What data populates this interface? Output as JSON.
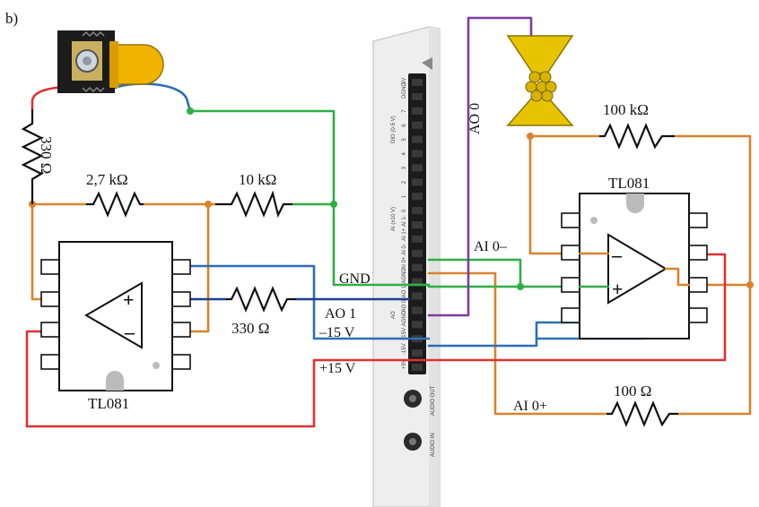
{
  "panel_label": "b)",
  "colors": {
    "orange": "#d9822b",
    "green": "#2fae45",
    "blue": "#2b6fb6",
    "red": "#e03131",
    "purple": "#7d3ca0",
    "gold": "#e6b800",
    "board": "#eeeeee"
  },
  "components": {
    "r_330_vertical": "330 Ω",
    "r_2k7": "2,7 kΩ",
    "r_10k": "10 kΩ",
    "r_330_bottom": "330 Ω",
    "r_100k": "100 kΩ",
    "r_100": "100 Ω",
    "chip_left": "TL081",
    "chip_right": "TL081"
  },
  "signals": {
    "gnd": "GND",
    "ao1": "AO 1",
    "neg15": "–15 V",
    "pos15": "+15 V",
    "ao0": "AO 0",
    "ai0_minus": "AI 0–",
    "ai0_plus": "AI 0+"
  },
  "opamp": {
    "minus": "–",
    "plus": "+"
  },
  "board": {
    "pins": [
      "+5V",
      "-15V",
      "+15V",
      "AGND",
      "AO 0",
      "AO 1",
      "AGND",
      "AI 0+",
      "AI 0-",
      "AI 1+",
      "AI 1-",
      "0",
      "1",
      "2",
      "3",
      "4",
      "5",
      "6",
      "7",
      "DGND",
      "5V"
    ],
    "group_ai": "AI (±10 V)",
    "group_ao": "AO",
    "group_dio": "DIO (0-5 V)",
    "audio_out": "AUDIO OUT",
    "audio_in": "AUDIO IN"
  }
}
